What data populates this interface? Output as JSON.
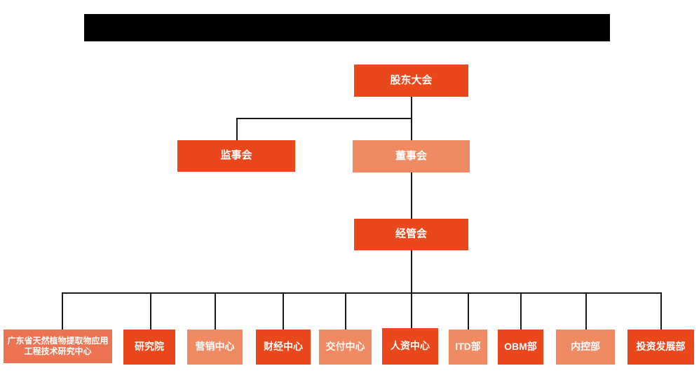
{
  "chart": {
    "type": "org-chart",
    "title_bar": {
      "redacted": true,
      "text": ""
    },
    "colors": {
      "primary": "#E8481C",
      "secondary": "#F08A63",
      "tertiary": "#ED7453",
      "line": "#1A1A1A",
      "text": "#FFFFFF"
    },
    "nodes": [
      {
        "id": "shareholders-meeting",
        "label": "股东大会",
        "level": 1,
        "color": "primary"
      },
      {
        "id": "supervisory-board",
        "label": "监事会",
        "level": 2,
        "color": "primary"
      },
      {
        "id": "board-of-directors",
        "label": "董事会",
        "level": 2,
        "color": "secondary"
      },
      {
        "id": "management-committee",
        "label": "经管会",
        "level": 3,
        "color": "primary"
      },
      {
        "id": "gd-research-center",
        "label": "广东省天然植物提取物应用工程技术研究中心",
        "level": 4,
        "color": "tertiary"
      },
      {
        "id": "research-institute",
        "label": "研究院",
        "level": 4,
        "color": "primary"
      },
      {
        "id": "marketing-center",
        "label": "营销中心",
        "level": 4,
        "color": "secondary"
      },
      {
        "id": "finance-center",
        "label": "财经中心",
        "level": 4,
        "color": "primary"
      },
      {
        "id": "delivery-center",
        "label": "交付中心",
        "level": 4,
        "color": "secondary"
      },
      {
        "id": "hr-center",
        "label": "人资中心",
        "level": 4,
        "color": "primary"
      },
      {
        "id": "itd-department",
        "label": "ITD部",
        "level": 4,
        "color": "secondary"
      },
      {
        "id": "obm-department",
        "label": "OBM部",
        "level": 4,
        "color": "primary"
      },
      {
        "id": "internal-control-dept",
        "label": "内控部",
        "level": 4,
        "color": "secondary"
      },
      {
        "id": "investment-dev-dept",
        "label": "投资发展部",
        "level": 4,
        "color": "primary"
      }
    ],
    "edges": [
      {
        "from": "shareholders-meeting",
        "to": "supervisory-board"
      },
      {
        "from": "shareholders-meeting",
        "to": "board-of-directors"
      },
      {
        "from": "board-of-directors",
        "to": "management-committee"
      },
      {
        "from": "management-committee",
        "to": "gd-research-center"
      },
      {
        "from": "management-committee",
        "to": "research-institute"
      },
      {
        "from": "management-committee",
        "to": "marketing-center"
      },
      {
        "from": "management-committee",
        "to": "finance-center"
      },
      {
        "from": "management-committee",
        "to": "delivery-center"
      },
      {
        "from": "management-committee",
        "to": "hr-center"
      },
      {
        "from": "management-committee",
        "to": "itd-department"
      },
      {
        "from": "management-committee",
        "to": "obm-department"
      },
      {
        "from": "management-committee",
        "to": "internal-control-dept"
      },
      {
        "from": "management-committee",
        "to": "investment-dev-dept"
      }
    ]
  }
}
